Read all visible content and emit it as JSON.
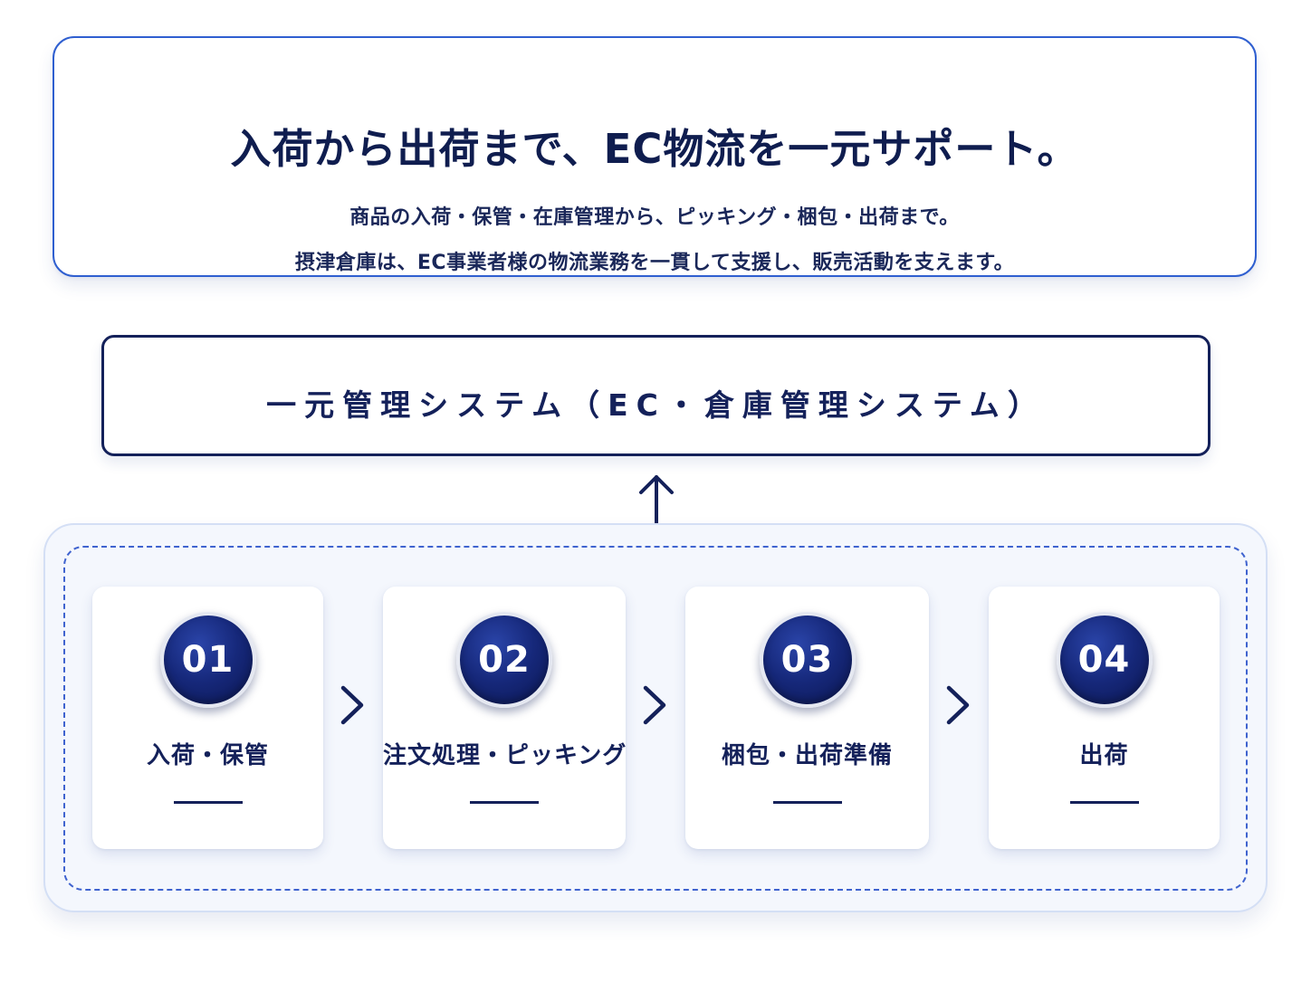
{
  "header": {
    "title": "入荷から出荷まで、EC物流を一元サポート。",
    "lines": [
      "商品の入荷・保管・在庫管理から、ピッキング・梱包・出荷まで。",
      "摂津倉庫は、EC事業者様の物流業務を一貫して支援し、販売活動を支えます。"
    ]
  },
  "system": {
    "title": "一元管理システム（EC・倉庫管理システム）"
  },
  "steps": [
    {
      "number": "01",
      "label": "入荷・保管"
    },
    {
      "number": "02",
      "label": "注文処理・ピッキング"
    },
    {
      "number": "03",
      "label": "梱包・出荷準備"
    },
    {
      "number": "04",
      "label": "出荷"
    }
  ],
  "icons": {
    "up_arrow": "arrow-up-icon",
    "step_separator": "chevron-right-icon"
  },
  "colors": {
    "navy": "#14215a",
    "accent_blue": "#2f5fd0",
    "dash_blue": "#3f63cf",
    "panel_bg": "#f4f7fd"
  }
}
